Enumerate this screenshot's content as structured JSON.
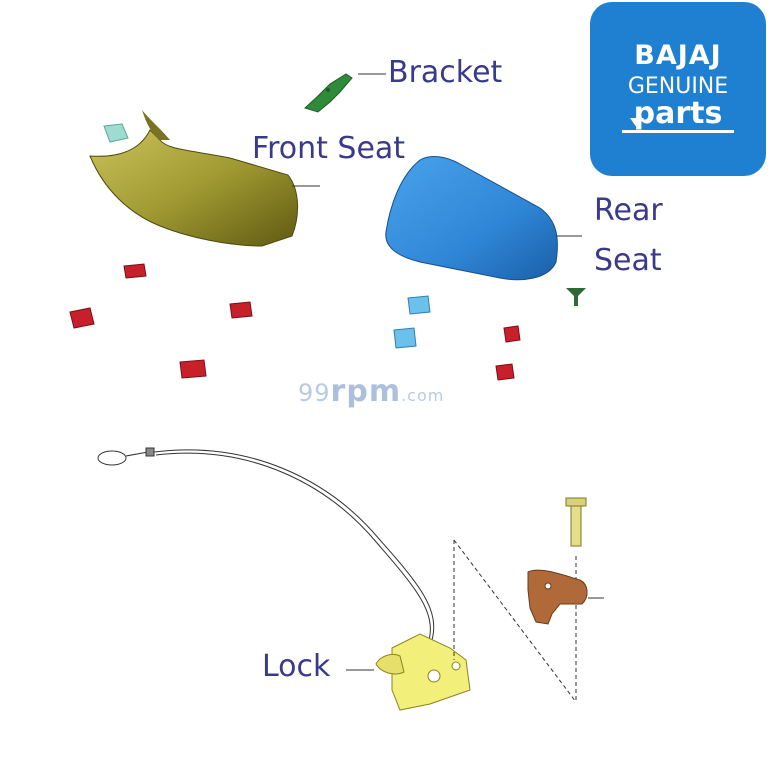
{
  "labels": {
    "bracket": "Bracket",
    "front_seat": "Front Seat",
    "rear_seat_line1": "Rear",
    "rear_seat_line2": "Seat",
    "lock": "Lock"
  },
  "watermark": {
    "prefix": "99",
    "main": "rpm",
    "suffix": ".com"
  },
  "logo": {
    "brand": "BAJAJ",
    "line2": "GENUINE",
    "line3": "parts"
  },
  "colors": {
    "label_text": "#3a3a8c",
    "front_seat": "#9a9a2e",
    "rear_seat": "#2f86d6",
    "bracket": "#2f8a3a",
    "clips_red": "#c8202a",
    "clips_blue": "#6cc0ec",
    "lock_body": "#f2ef7a",
    "bracket_plate": "#b06a3a",
    "logo_bg": "#1f7fd0"
  }
}
